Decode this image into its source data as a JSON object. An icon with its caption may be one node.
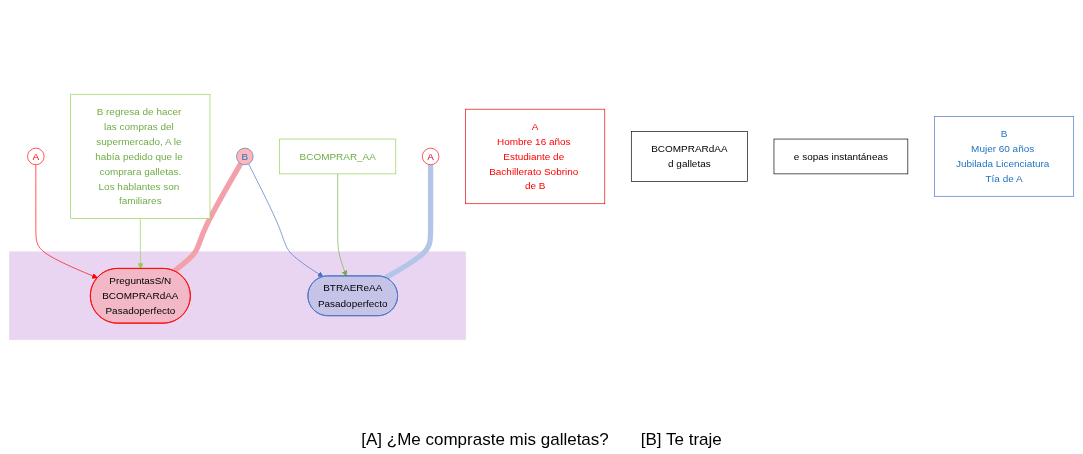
{
  "diagram": {
    "nodes": [
      {
        "text": [
          "A",
          "Hombre 16 años Estudiante de Bachillerato Sobrino de B"
        ]
      },
      {
        "text": [],
        "shape": "box"
      },
      {
        "text": [
          "PreguntasS/N",
          "BCOMPRARdAA",
          "Pasadoperfecto"
        ],
        "in": 1
      },
      {
        "text": [
          "B regresa de hacer las compras del supermercado, A le había pedido que le comprara galletas.",
          "Los hablantes son familiares"
        ]
      },
      {
        "text": [
          "A"
        ]
      },
      {
        "text": [
          "B"
        ]
      },
      {
        "text": [
          "BCOMPRARdAA",
          "d galletas"
        ]
      },
      {
        "text": [
          "BTRAEReAA",
          "Pasadoperfecto"
        ],
        "in": 1
      },
      {
        "text": [
          "e sopas instantáneas"
        ]
      },
      {
        "text": [
          "B",
          "Mujer 60 años Jubilada Licenciatura Tía de A"
        ]
      },
      {
        "text": [
          "A"
        ]
      },
      {
        "text": [
          "BCOMPRAR_AA"
        ]
      }
    ],
    "edges": [
      {
        "from": 4,
        "to": 2,
        "arrow": "to",
        "color": "#ff0000"
      },
      {
        "from": 3,
        "to": 2,
        "arrow": "to",
        "color": "#92d050"
      },
      {
        "from": 5,
        "to": 7,
        "arrow": "to",
        "color": "#4472c4"
      },
      {
        "from": 11,
        "to": 7,
        "arrow": "to",
        "color": "#70ad47"
      },
      {
        "from": 5,
        "to": 2,
        "arrow": "none",
        "style": "thick",
        "color": "#f4a0aa"
      },
      {
        "from": 10,
        "to": 7,
        "arrow": "none",
        "style": "thick",
        "color": "#b4c6e7"
      }
    ],
    "labels": [
      "[A] ¿Me compraste mis galletas?",
      "[B] Te traje"
    ]
  }
}
